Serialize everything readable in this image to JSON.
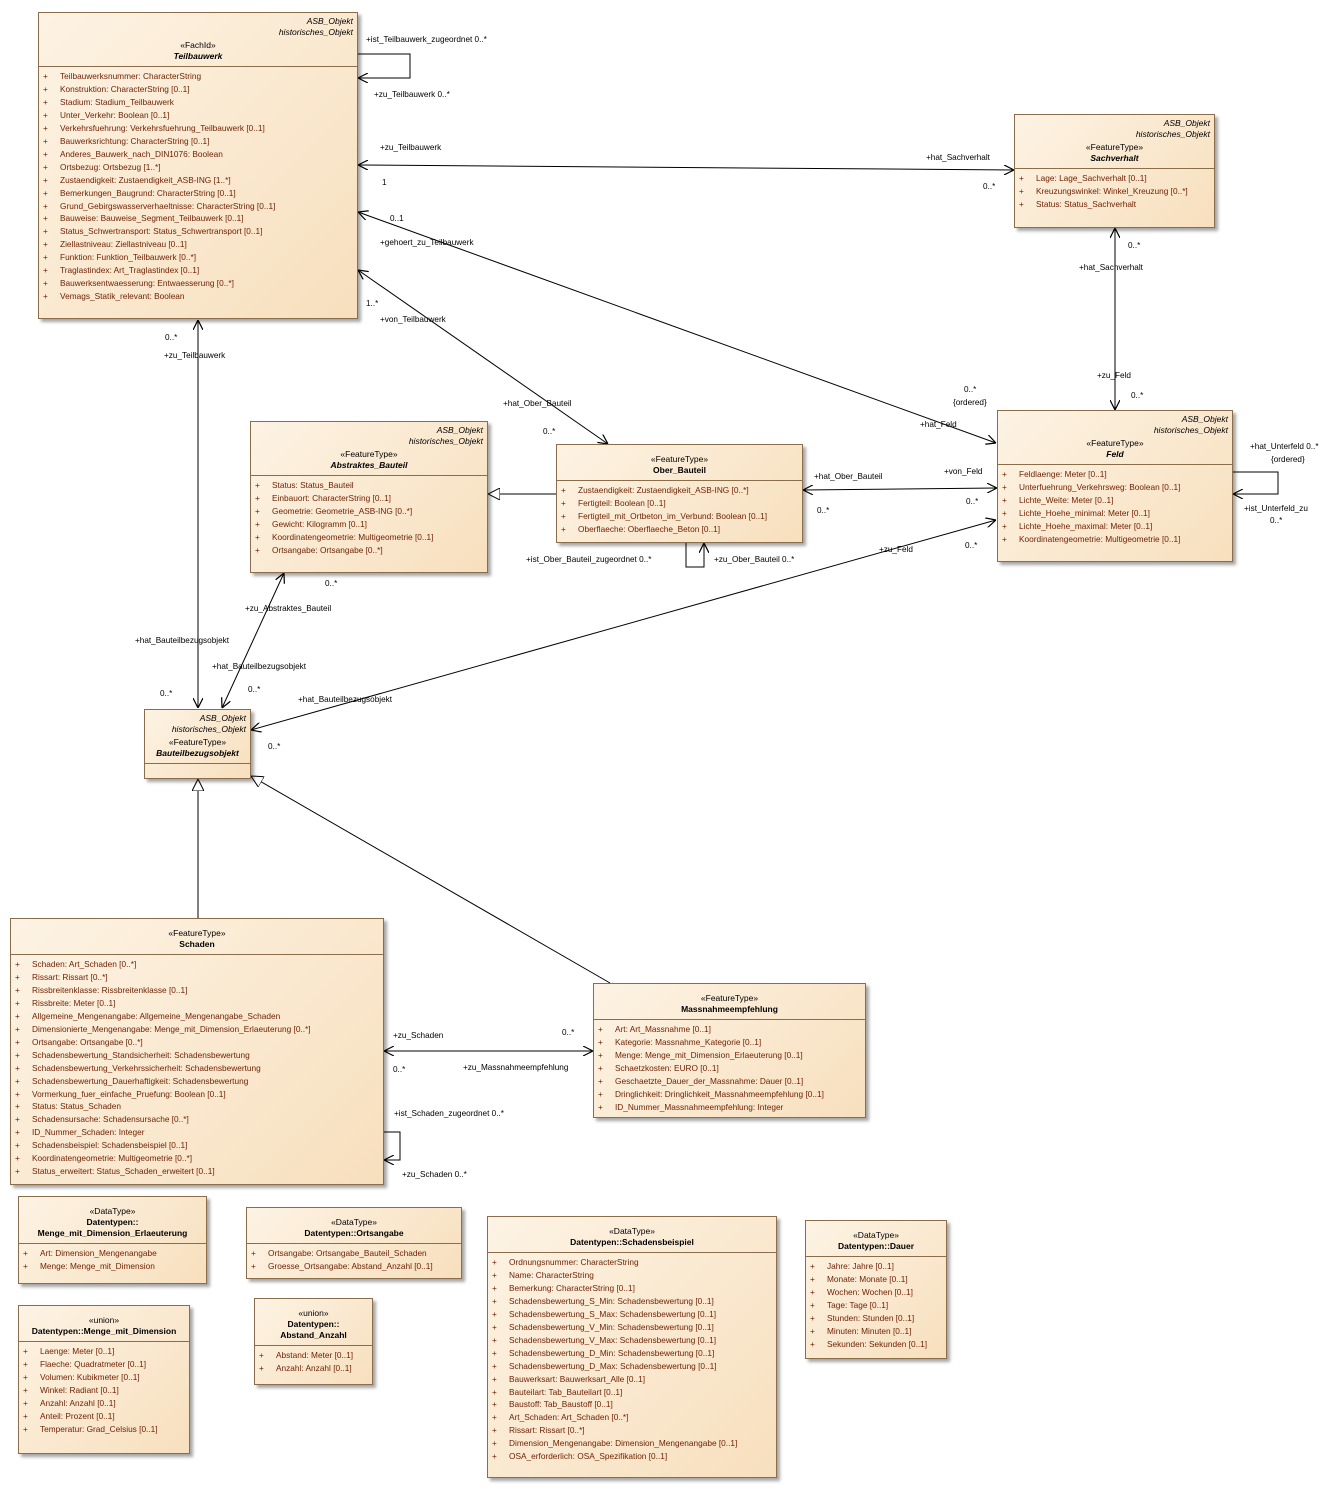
{
  "classes": {
    "teilbauwerk": {
      "tags": [
        "ASB_Objekt",
        "historisches_Objekt"
      ],
      "stereotype": "«FachId»",
      "name": "Teilbauwerk",
      "attributes": [
        "Teilbauwerksnummer: CharacterString",
        "Konstruktion: CharacterString [0..1]",
        "Stadium: Stadium_Teilbauwerk",
        "Unter_Verkehr: Boolean [0..1]",
        "Verkehrsfuehrung: Verkehrsfuehrung_Teilbauwerk [0..1]",
        "Bauwerksrichtung: CharacterString [0..1]",
        "Anderes_Bauwerk_nach_DIN1076: Boolean",
        "Ortsbezug: Ortsbezug [1..*]",
        "Zustaendigkeit: Zustaendigkeit_ASB-ING [1..*]",
        "Bemerkungen_Baugrund: CharacterString [0..1]",
        "Grund_Gebirgswasserverhaeltnisse: CharacterString [0..1]",
        "Bauweise: Bauweise_Segment_Teilbauwerk [0..1]",
        "Status_Schwertransport: Status_Schwertransport [0..1]",
        "Ziellastniveau: Ziellastniveau [0..1]",
        "Funktion: Funktion_Teilbauwerk [0..*]",
        "Traglastindex: Art_Traglastindex [0..1]",
        "Bauwerksentwaesserung: Entwaesserung [0..*]",
        "Vemags_Statik_relevant: Boolean"
      ]
    },
    "sachverhalt": {
      "tags": [
        "ASB_Objekt",
        "historisches_Objekt"
      ],
      "stereotype": "«FeatureType»",
      "name": "Sachverhalt",
      "attributes": [
        "Lage: Lage_Sachverhalt [0..1]",
        "Kreuzungswinkel: Winkel_Kreuzung [0..*]",
        "Status: Status_Sachverhalt"
      ]
    },
    "abstraktes_bauteil": {
      "tags": [
        "ASB_Objekt",
        "historisches_Objekt"
      ],
      "stereotype": "«FeatureType»",
      "name": "Abstraktes_Bauteil",
      "attributes": [
        "Status: Status_Bauteil",
        "Einbauort: CharacterString [0..1]",
        "Geometrie: Geometrie_ASB-ING [0..*]",
        "Gewicht: Kilogramm [0..1]",
        "Koordinatengeometrie: Multigeometrie [0..1]",
        "Ortsangabe: Ortsangabe [0..*]"
      ]
    },
    "ober_bauteil": {
      "tags": [],
      "stereotype": "«FeatureType»",
      "name": "Ober_Bauteil",
      "attributes": [
        "Zustaendigkeit: Zustaendigkeit_ASB-ING [0..*]",
        "Fertigteil: Boolean [0..1]",
        "Fertigteil_mit_Ortbeton_im_Verbund: Boolean [0..1]",
        "Oberflaeche: Oberflaeche_Beton [0..1]"
      ]
    },
    "feld": {
      "tags": [
        "ASB_Objekt",
        "historisches_Objekt"
      ],
      "stereotype": "«FeatureType»",
      "name": "Feld",
      "attributes": [
        "Feldlaenge: Meter [0..1]",
        "Unterfuehrung_Verkehrsweg: Boolean [0..1]",
        "Lichte_Weite: Meter [0..1]",
        "Lichte_Hoehe_minimal: Meter [0..1]",
        "Lichte_Hoehe_maximal: Meter [0..1]",
        "Koordinatengeometrie: Multigeometrie [0..1]"
      ]
    },
    "bauteilbezugsobjekt": {
      "tags": [
        "ASB_Objekt",
        "historisches_Objekt"
      ],
      "stereotype": "«FeatureType»",
      "name": "Bauteilbezugsobjekt",
      "attributes": []
    },
    "schaden": {
      "tags": [],
      "stereotype": "«FeatureType»",
      "name": "Schaden",
      "attributes": [
        "Schaden: Art_Schaden [0..*]",
        "Rissart: Rissart [0..*]",
        "Rissbreitenklasse: Rissbreitenklasse [0..1]",
        "Rissbreite: Meter [0..1]",
        "Allgemeine_Mengenangabe: Allgemeine_Mengenangabe_Schaden",
        "Dimensionierte_Mengenangabe: Menge_mit_Dimension_Erlaeuterung [0..*]",
        "Ortsangabe: Ortsangabe [0..*]",
        "Schadensbewertung_Standsicherheit: Schadensbewertung",
        "Schadensbewertung_Verkehrssicherheit: Schadensbewertung",
        "Schadensbewertung_Dauerhaftigkeit: Schadensbewertung",
        "Vormerkung_fuer_einfache_Pruefung: Boolean [0..1]",
        "Status: Status_Schaden",
        "Schadensursache: Schadensursache [0..*]",
        "ID_Nummer_Schaden: Integer",
        "Schadensbeispiel: Schadensbeispiel [0..1]",
        "Koordinatengeometrie: Multigeometrie [0..*]",
        "Status_erweitert: Status_Schaden_erweitert [0..1]"
      ]
    },
    "massnahmeempfehlung": {
      "tags": [],
      "stereotype": "«FeatureType»",
      "name": "Massnahmeempfehlung",
      "attributes": [
        "Art: Art_Massnahme [0..1]",
        "Kategorie: Massnahme_Kategorie [0..1]",
        "Menge: Menge_mit_Dimension_Erlaeuterung [0..1]",
        "Schaetzkosten: EURO [0..1]",
        "Geschaetzte_Dauer_der_Massnahme: Dauer [0..1]",
        "Dringlichkeit: Dringlichkeit_Massnahmeempfehlung [0..1]",
        "ID_Nummer_Massnahmeempfehlung: Integer"
      ]
    },
    "menge_mit_dimension_erlaeuterung": {
      "tags": [],
      "stereotype": "«DataType»",
      "name": "Datentypen::",
      "name2": "Menge_mit_Dimension_Erlaeuterung",
      "attributes": [
        "Art: Dimension_Mengenangabe",
        "Menge: Menge_mit_Dimension"
      ]
    },
    "ortsangabe": {
      "tags": [],
      "stereotype": "«DataType»",
      "name": "Datentypen::Ortsangabe",
      "attributes": [
        "Ortsangabe: Ortsangabe_Bauteil_Schaden",
        "Groesse_Ortsangabe: Abstand_Anzahl [0..1]"
      ]
    },
    "schadensbeispiel": {
      "tags": [],
      "stereotype": "«DataType»",
      "name": "Datentypen::Schadensbeispiel",
      "attributes": [
        "Ordnungsnummer: CharacterString",
        "Name: CharacterString",
        "Bemerkung: CharacterString [0..1]",
        "Schadensbewertung_S_Min: Schadensbewertung [0..1]",
        "Schadensbewertung_S_Max: Schadensbewertung [0..1]",
        "Schadensbewertung_V_Min: Schadensbewertung [0..1]",
        "Schadensbewertung_V_Max: Schadensbewertung [0..1]",
        "Schadensbewertung_D_Min: Schadensbewertung [0..1]",
        "Schadensbewertung_D_Max: Schadensbewertung [0..1]",
        "Bauwerksart: Bauwerksart_Alle [0..1]",
        "Bauteilart: Tab_Bauteilart [0..1]",
        "Baustoff: Tab_Baustoff [0..1]",
        "Art_Schaden: Art_Schaden [0..*]",
        "Rissart: Rissart [0..*]",
        "Dimension_Mengenangabe: Dimension_Mengenangabe [0..1]",
        "OSA_erforderlich: OSA_Spezifikation [0..1]"
      ]
    },
    "dauer": {
      "tags": [],
      "stereotype": "«DataType»",
      "name": "Datentypen::Dauer",
      "attributes": [
        "Jahre: Jahre [0..1]",
        "Monate: Monate [0..1]",
        "Wochen: Wochen [0..1]",
        "Tage: Tage [0..1]",
        "Stunden: Stunden [0..1]",
        "Minuten: Minuten [0..1]",
        "Sekunden: Sekunden [0..1]"
      ]
    },
    "menge_mit_dimension": {
      "tags": [],
      "stereotype": "«union»",
      "name": "Datentypen::Menge_mit_Dimension",
      "attributes": [
        "Laenge: Meter [0..1]",
        "Flaeche: Quadratmeter [0..1]",
        "Volumen: Kubikmeter [0..1]",
        "Winkel: Radiant [0..1]",
        "Anzahl: Anzahl [0..1]",
        "Anteil: Prozent [0..1]",
        "Temperatur: Grad_Celsius [0..1]"
      ]
    },
    "abstand_anzahl": {
      "tags": [],
      "stereotype": "«union»",
      "name": "Datentypen::",
      "name2": "Abstand_Anzahl",
      "attributes": [
        "Abstand: Meter [0..1]",
        "Anzahl: Anzahl [0..1]"
      ]
    }
  },
  "labels": {
    "l1": "+ist_Teilbauwerk_zugeordnet 0..*",
    "l2": "+zu_Teilbauwerk 0..*",
    "l3": "+zu_Teilbauwerk",
    "l4": "1",
    "l5": "+hat_Sachverhalt",
    "l6": "0..*",
    "l7": "0..1",
    "l8": "+gehoert_zu_Teilbauwerk",
    "l9": "0..*",
    "l10": "+hat_Sachverhalt",
    "l11": "1..*",
    "l12": "+von_Teilbauwerk",
    "l13": "0..*",
    "l14": "+zu_Teilbauwerk",
    "l15": "+zu_Feld",
    "l16": "0..*",
    "l17": "0..*",
    "l18": "{ordered}",
    "l19": "+hat_Feld",
    "l20": "+hat_Ober_Bauteil",
    "l21": "0..*",
    "l22": "+hat_Unterfeld 0..*",
    "l23": "{ordered}",
    "l24": "+ist_Unterfeld_zu",
    "l25": "0..*",
    "l26": "+hat_Ober_Bauteil",
    "l27": "+von_Feld",
    "l28": "0..*",
    "l29": "0..*",
    "l30": "+ist_Ober_Bauteil_zugeordnet 0..*",
    "l31": "+zu_Ober_Bauteil 0..*",
    "l32": "+zu_Feld",
    "l33": "0..*",
    "l34": "0..*",
    "l35": "+zu_Abstraktes_Bauteil",
    "l36": "+hat_Bauteilbezugsobjekt",
    "l37": "+hat_Bauteilbezugsobjekt",
    "l38": "0..*",
    "l39": "0..*",
    "l40": "+hat_Bauteilbezugsobjekt",
    "l41": "0..*",
    "l42": "+zu_Schaden",
    "l43": "0..*",
    "l44": "0..*",
    "l45": "+zu_Massnahmeempfehlung",
    "l46": "+ist_Schaden_zugeordnet 0..*",
    "l47": "+zu_Schaden 0..*"
  }
}
